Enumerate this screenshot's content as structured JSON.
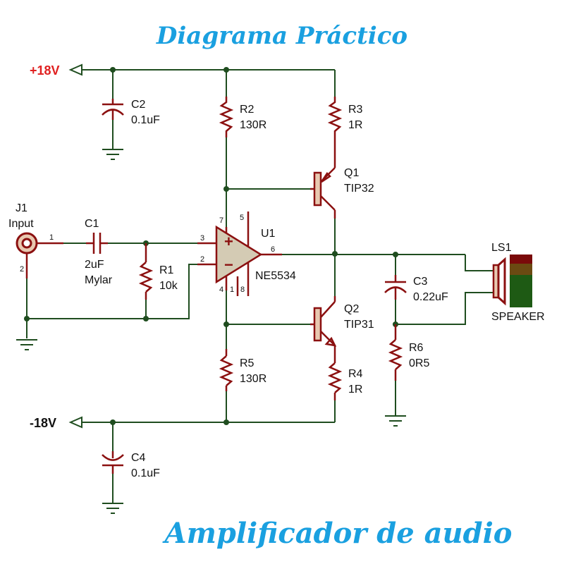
{
  "titles": {
    "top": "Diagrama Práctico",
    "bottom": "Amplificador de audio",
    "color": "#1aa0e0"
  },
  "rails": {
    "positive": {
      "label": "+18V",
      "color": "#e02020"
    },
    "negative": {
      "label": "-18V",
      "color": "#111111"
    }
  },
  "components": {
    "J1": {
      "ref": "J1",
      "value": "Input",
      "pins": [
        "1",
        "2"
      ]
    },
    "C1": {
      "ref": "C1",
      "value": "2uF",
      "value2": "Mylar"
    },
    "R1": {
      "ref": "R1",
      "value": "10k"
    },
    "C2": {
      "ref": "C2",
      "value": "0.1uF"
    },
    "R2": {
      "ref": "R2",
      "value": "130R"
    },
    "R3": {
      "ref": "R3",
      "value": "1R"
    },
    "Q1": {
      "ref": "Q1",
      "value": "TIP32"
    },
    "U1": {
      "ref": "U1",
      "value": "NE5534",
      "pins": [
        "3",
        "2",
        "6",
        "7",
        "4",
        "5",
        "1",
        "8"
      ]
    },
    "Q2": {
      "ref": "Q2",
      "value": "TIP31"
    },
    "R4": {
      "ref": "R4",
      "value": "1R"
    },
    "R5": {
      "ref": "R5",
      "value": "130R"
    },
    "C3": {
      "ref": "C3",
      "value": "0.22uF"
    },
    "R6": {
      "ref": "R6",
      "value": "0R5"
    },
    "C4": {
      "ref": "C4",
      "value": "0.1uF"
    },
    "LS1": {
      "ref": "LS1",
      "value": "SPEAKER"
    }
  },
  "colors": {
    "wire": "#1f4d1f",
    "component": "#8b1010",
    "component_fill": "#e8c8b0"
  }
}
